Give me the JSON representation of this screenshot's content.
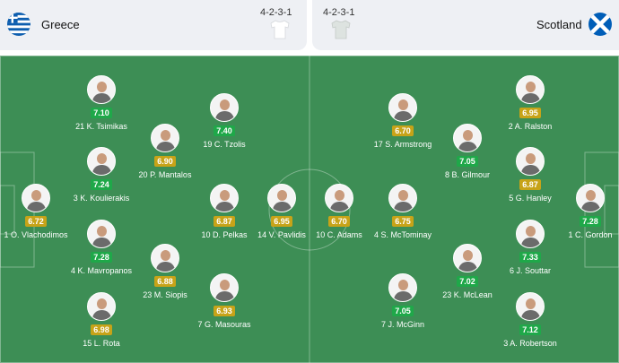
{
  "home": {
    "name": "Greece",
    "formation": "4-2-3-1",
    "flag_colors": [
      "#0d5eaf",
      "#ffffff"
    ],
    "shirt_color": "#f4f4f4",
    "players": [
      {
        "number": "1",
        "name": "O. Vlachodimos",
        "rating": "6.72",
        "tier": "avg",
        "id": "vlachodimos"
      },
      {
        "number": "21",
        "name": "K. Tsimikas",
        "rating": "7.10",
        "tier": "good",
        "id": "tsimikas"
      },
      {
        "number": "3",
        "name": "K. Koulierakis",
        "rating": "7.24",
        "tier": "good",
        "id": "koulierakis"
      },
      {
        "number": "4",
        "name": "K. Mavropanos",
        "rating": "7.28",
        "tier": "good",
        "id": "mavropanos"
      },
      {
        "number": "15",
        "name": "L. Rota",
        "rating": "6.98",
        "tier": "avg",
        "id": "rota"
      },
      {
        "number": "20",
        "name": "P. Mantalos",
        "rating": "6.90",
        "tier": "avg",
        "id": "mantalos"
      },
      {
        "number": "23",
        "name": "M. Siopis",
        "rating": "6.88",
        "tier": "avg",
        "id": "siopis"
      },
      {
        "number": "19",
        "name": "C. Tzolis",
        "rating": "7.40",
        "tier": "good",
        "id": "tzolis"
      },
      {
        "number": "10",
        "name": "D. Pelkas",
        "rating": "6.87",
        "tier": "avg",
        "id": "pelkas"
      },
      {
        "number": "7",
        "name": "G. Masouras",
        "rating": "6.93",
        "tier": "avg",
        "id": "masouras"
      },
      {
        "number": "14",
        "name": "V. Pavlidis",
        "rating": "6.95",
        "tier": "avg",
        "id": "pavlidis"
      }
    ]
  },
  "away": {
    "name": "Scotland",
    "formation": "4-2-3-1",
    "flag_colors": [
      "#005eb8",
      "#ffffff"
    ],
    "shirt_color": "#dde3e0",
    "players": [
      {
        "number": "1",
        "name": "C. Gordon",
        "rating": "7.28",
        "tier": "good",
        "id": "gordon"
      },
      {
        "number": "2",
        "name": "A. Ralston",
        "rating": "6.95",
        "tier": "avg",
        "id": "ralston"
      },
      {
        "number": "5",
        "name": "G. Hanley",
        "rating": "6.87",
        "tier": "avg",
        "id": "hanley"
      },
      {
        "number": "6",
        "name": "J. Souttar",
        "rating": "7.33",
        "tier": "good",
        "id": "souttar"
      },
      {
        "number": "3",
        "name": "A. Robertson",
        "rating": "7.12",
        "tier": "good",
        "id": "robertson"
      },
      {
        "number": "8",
        "name": "B. Gilmour",
        "rating": "7.05",
        "tier": "good",
        "id": "gilmour"
      },
      {
        "number": "23",
        "name": "K. McLean",
        "rating": "7.02",
        "tier": "good",
        "id": "mclean"
      },
      {
        "number": "17",
        "name": "S. Armstrong",
        "rating": "6.70",
        "tier": "avg",
        "id": "armstrong"
      },
      {
        "number": "4",
        "name": "S. McTominay",
        "rating": "6.75",
        "tier": "avg",
        "id": "mctominay"
      },
      {
        "number": "7",
        "name": "J. McGinn",
        "rating": "7.05",
        "tier": "good",
        "id": "mcginn"
      },
      {
        "number": "10",
        "name": "C. Adams",
        "rating": "6.70",
        "tier": "avg",
        "id": "adams"
      }
    ]
  },
  "colors": {
    "pitch": "#3d8e55",
    "rating_good": "#1fa849",
    "rating_avg": "#c7a318"
  }
}
